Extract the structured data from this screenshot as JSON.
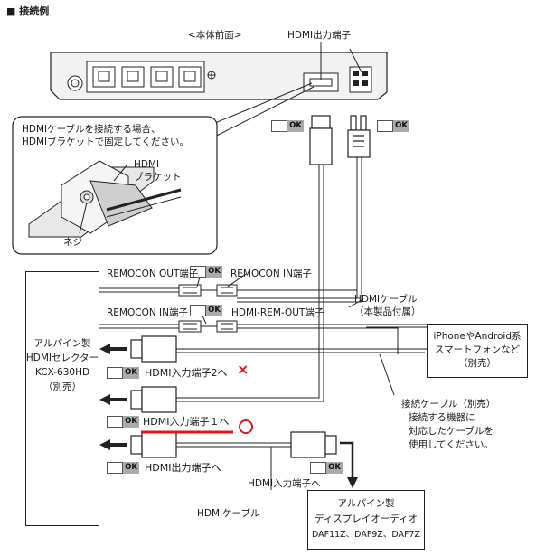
{
  "heading": "■ 接続例",
  "front_label": "<本体前面>",
  "hdmi_out_terminal": "HDMI出力端子",
  "callout": {
    "line1": "HDMIケーブルを接続する場合、",
    "line2": "HDMIブラケットで固定してください。",
    "bracket_l1": "HDMI",
    "bracket_l2": "ブラケット",
    "screw": "ネジ"
  },
  "ok_text": "OK",
  "remocon_out": "REMOCON OUT端子",
  "remocon_in_top": "REMOCON IN端子",
  "remocon_in": "REMOCON IN端子",
  "hdmi_rem_out": "HDMI-REM-OUT端子",
  "hdmi_cable_incl_l1": "HDMIケーブル",
  "hdmi_cable_incl_l2": "（本製品付属）",
  "selector": {
    "l1": "アルパイン製",
    "l2": "HDMIセレクター",
    "l3": "KCX-630HD",
    "l4": "（別売）"
  },
  "smartphone": {
    "l1": "iPhoneやAndroid系",
    "l2": "スマートフォンなど",
    "l3": "（別売）"
  },
  "hdmi_in2": "HDMI入力端子2へ",
  "mark_x": "×",
  "hdmi_in1": "HDMI入力端子１へ",
  "hdmi_out_to": "HDMI出力端子へ",
  "connect_cable": {
    "l1": "接続ケーブル（別売）",
    "l2": "接続する機器に",
    "l3": "対応したケーブルを",
    "l4": "使用してください。"
  },
  "hdmi_in_terminal_to": "HDMI入力端子へ",
  "hdmi_cable": "HDMIケーブル",
  "display": {
    "l1": "アルパイン製",
    "l2": "ディスプレイオーディオ",
    "l3": "DAF11Z、DAF9Z、DAF7Z"
  },
  "colors": {
    "red": "#e0161e",
    "ok_gray": "#aaaaaa"
  }
}
